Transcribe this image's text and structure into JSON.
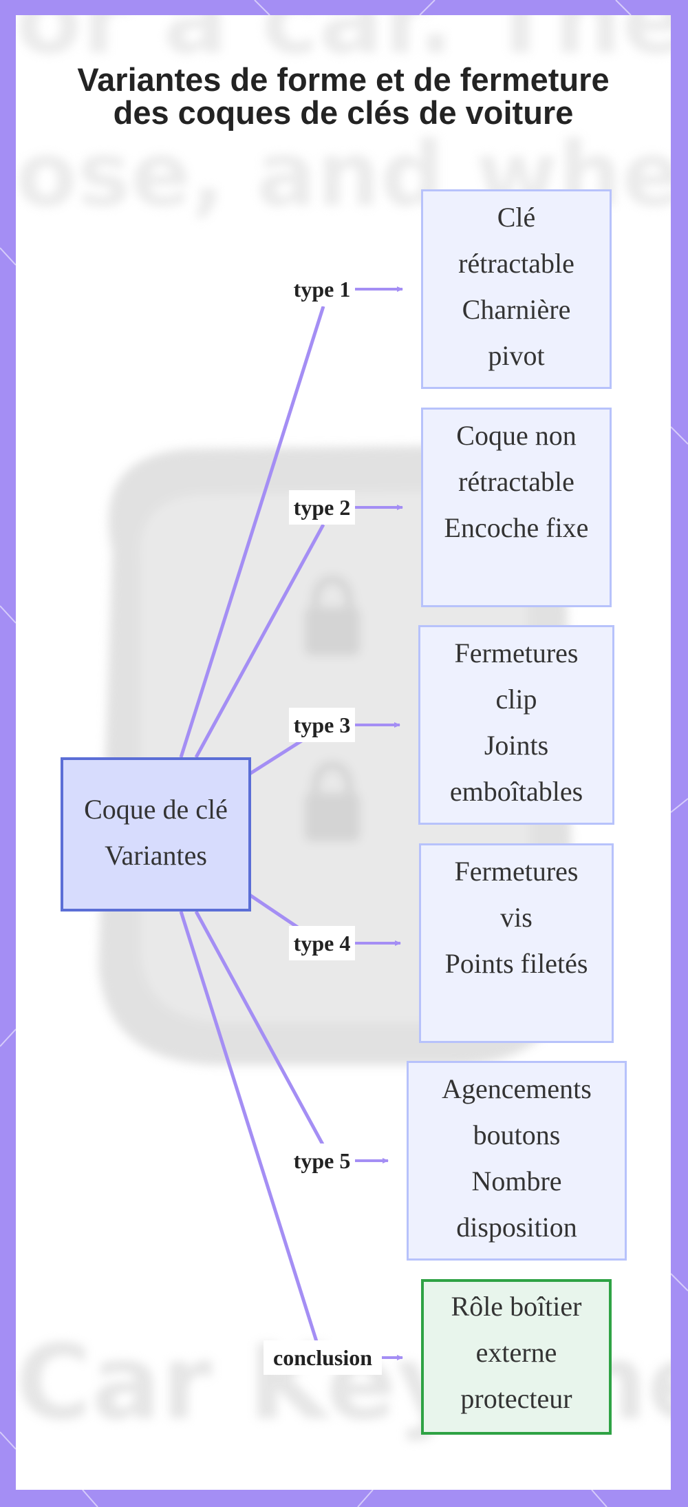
{
  "title_lines": [
    "Variantes de forme et de fermeture",
    "des coques de clés de voiture"
  ],
  "background": {
    "text_top": "or a car. The",
    "text_mid": "ose, and when re",
    "text_bottom": "Car Key Shell"
  },
  "center": {
    "lines": [
      "Coque de clé",
      "Variantes"
    ]
  },
  "branches": [
    {
      "label": "type 1",
      "lines": [
        "Clé",
        "rétractable",
        "Charnière",
        "pivot"
      ]
    },
    {
      "label": "type 2",
      "lines": [
        "Coque non",
        "rétractable",
        "Encoche fixe"
      ]
    },
    {
      "label": "type 3",
      "lines": [
        "Fermetures",
        "clip",
        "Joints",
        "emboîtables"
      ]
    },
    {
      "label": "type 4",
      "lines": [
        "Fermetures",
        "vis",
        "Points filetés"
      ]
    },
    {
      "label": "type 5",
      "lines": [
        "Agencements",
        "boutons",
        "Nombre",
        "disposition"
      ]
    }
  ],
  "conclusion": {
    "label": "conclusion",
    "lines": [
      "Rôle boîtier",
      "externe",
      "protecteur"
    ]
  },
  "colors": {
    "frame": "#a48ef4",
    "connector": "#a48ef4",
    "center_fill": "#d7dcfd",
    "center_border": "#5b6ed6",
    "branch_fill": "#eef1fe",
    "branch_border": "#b7c2fb",
    "conclusion_fill": "#e8f5ec",
    "conclusion_border": "#2ea244"
  }
}
